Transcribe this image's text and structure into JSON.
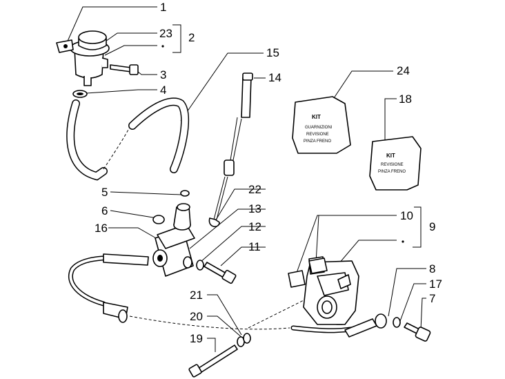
{
  "diagram": {
    "callouts": {
      "c1": "1",
      "c2": "2",
      "c3": "3",
      "c4": "4",
      "c5": "5",
      "c6": "6",
      "c7": "7",
      "c8": "8",
      "c9": "9",
      "c10": "10",
      "c11": "11",
      "c12": "12",
      "c13": "13",
      "c14": "14",
      "c15": "15",
      "c16": "16",
      "c17": "17",
      "c18": "18",
      "c19": "19",
      "c20": "20",
      "c21": "21",
      "c22": "22",
      "c23": "23",
      "c24": "24"
    },
    "kit_24": {
      "title": "KIT",
      "line1": "GUARNIZIONI",
      "line2": "REVISIONE",
      "line3": "PINZA FRENO"
    },
    "kit_18": {
      "title": "KIT",
      "line1": "REVISIONE",
      "line2": "PINZA FRENO"
    }
  }
}
